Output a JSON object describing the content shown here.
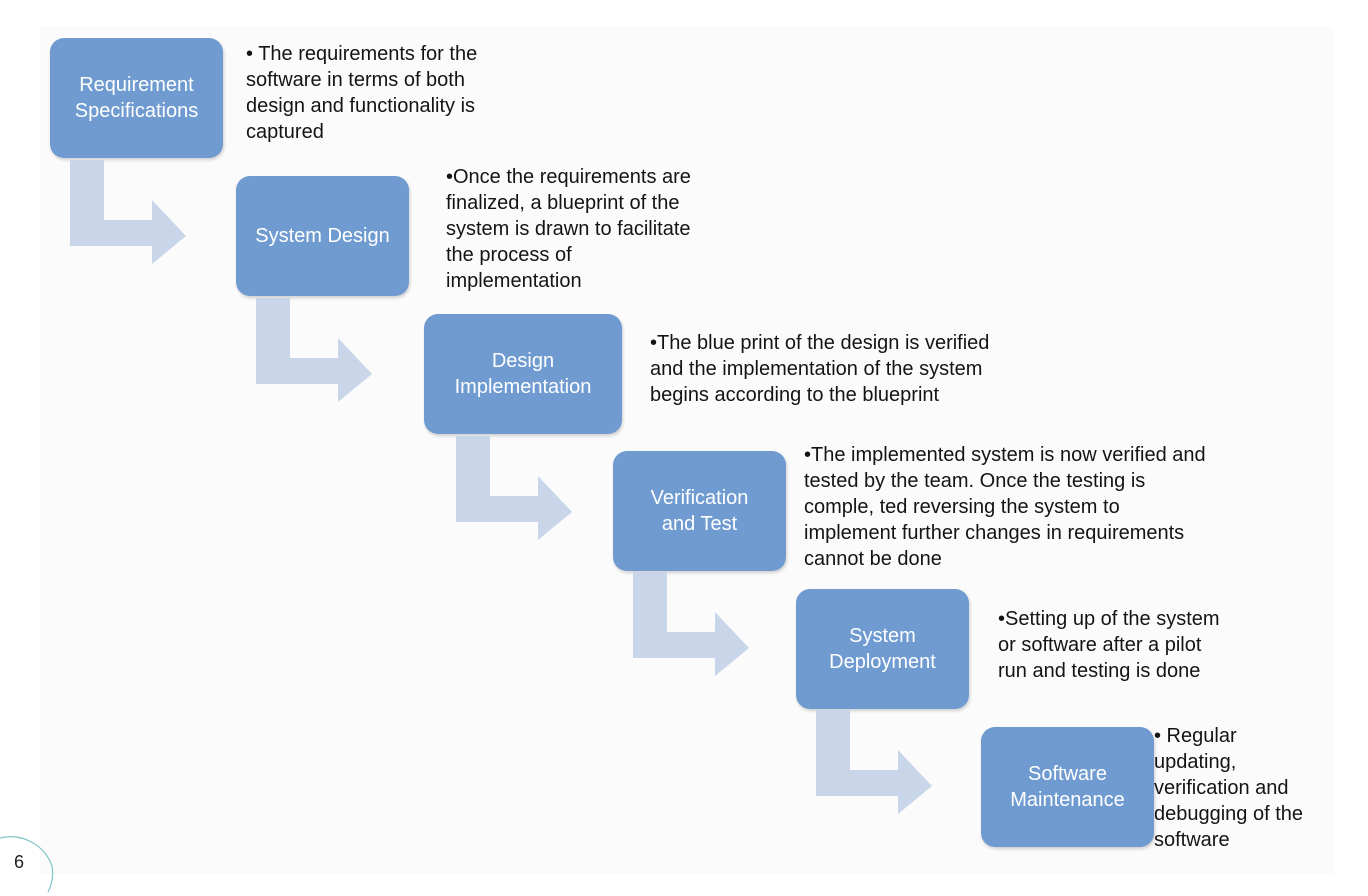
{
  "diagram": {
    "steps": [
      {
        "label": "Requirement\nSpecifications",
        "description": "• The requirements for the\nsoftware in terms of both\ndesign and functionality is\ncaptured"
      },
      {
        "label": "System Design",
        "description": "•Once the requirements are\nfinalized, a blueprint of the\nsystem is drawn to facilitate\nthe process of\nimplementation"
      },
      {
        "label": "Design\nImplementation",
        "description": "•The blue print of the design is verified\nand the implementation of the system\nbegins according to the blueprint"
      },
      {
        "label": "Verification\nand Test",
        "description": "•The implemented system is now verified and\ntested by the team. Once the testing is\ncomple, ted reversing the system to\nimplement further changes in requirements\ncannot be done"
      },
      {
        "label": "System\nDeployment",
        "description": "•Setting up of the system\nor software after a pilot\nrun and testing is done"
      },
      {
        "label": "Software\nMaintenance",
        "description": "• Regular\nupdating,\nverification and\ndebugging of the\nsoftware"
      }
    ],
    "colors": {
      "box_fill": "#6f9bd1",
      "box_text": "#ffffff",
      "arrow_fill": "#c9d6ea",
      "description_text": "#141414"
    }
  },
  "footer": {
    "page_number": "6"
  }
}
